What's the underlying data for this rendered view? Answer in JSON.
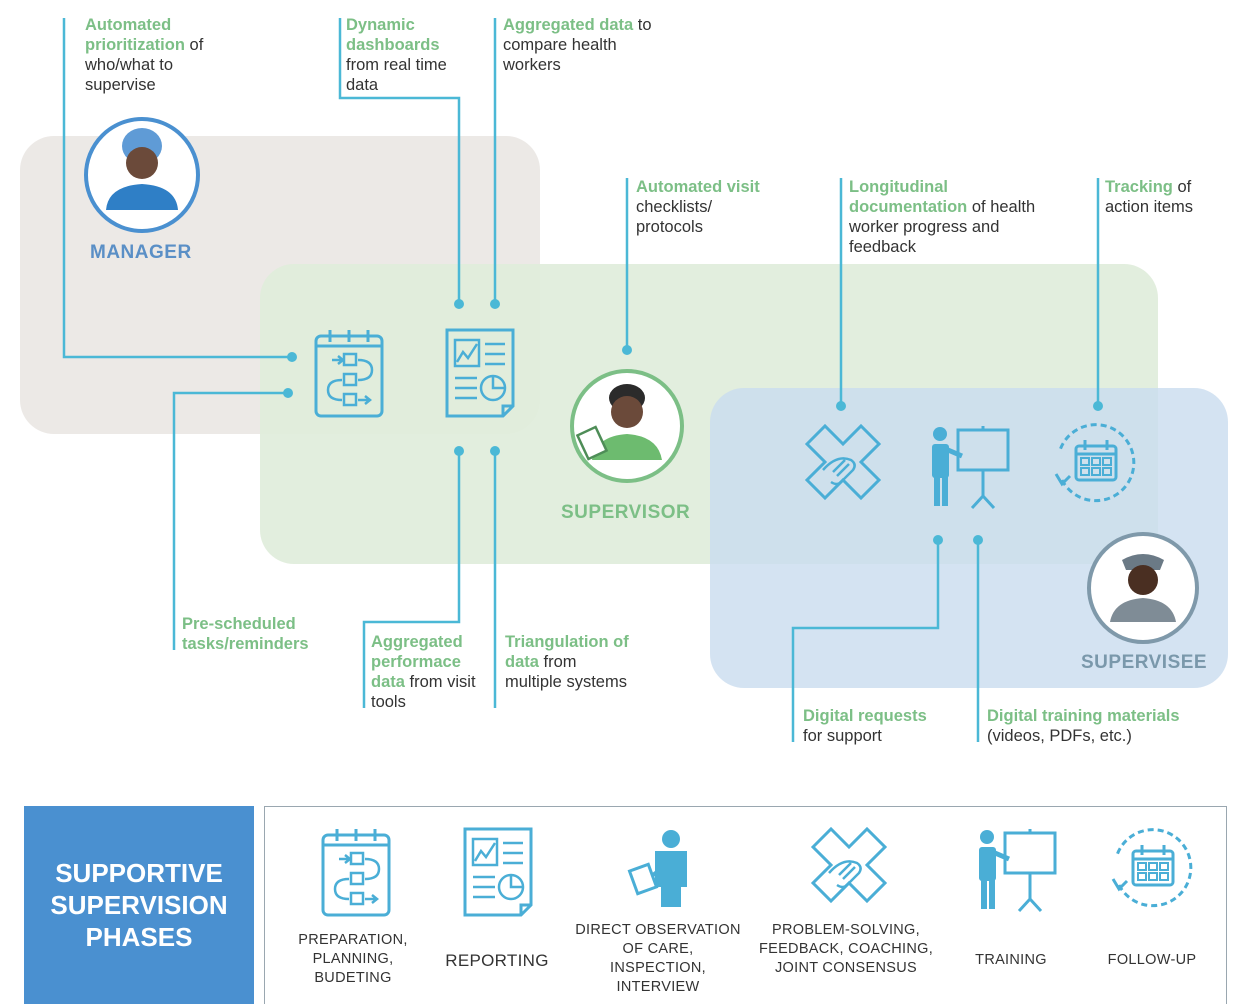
{
  "roles": {
    "manager": "MANAGER",
    "supervisor": "SUPERVISOR",
    "supervisee": "SUPERVISEE"
  },
  "annotations": {
    "auto_prioritization": {
      "hl": "Automated prioritization",
      "rest": "of who/what to supervise"
    },
    "dynamic_dashboards": {
      "hl": "Dynamic dashboards",
      "rest": "from real time data"
    },
    "aggregated_compare": {
      "hl": "Aggregated data",
      "rest": "to compare health workers"
    },
    "auto_checklists": {
      "hl": "Automated visit",
      "rest": "checklists/ protocols"
    },
    "longitudinal": {
      "hl": "Longitudinal documentation",
      "rest": "of health worker progress and feedback"
    },
    "tracking": {
      "hl": "Tracking",
      "rest": "of action items"
    },
    "pre_scheduled": {
      "hl": "Pre-scheduled tasks/reminders",
      "rest": ""
    },
    "aggregated_performance": {
      "hl": "Aggregated performace data",
      "rest": "from visit tools"
    },
    "triangulation": {
      "hl": "Triangulation of data",
      "rest": "from multiple systems"
    },
    "digital_requests": {
      "hl": "Digital requests",
      "rest": "for support"
    },
    "digital_training": {
      "hl": "Digital training materials",
      "rest": "(videos, PDFs, etc.)"
    }
  },
  "phases": {
    "title": "SUPPORTIVE SUPERVISION PHASES",
    "items": [
      {
        "label": "PREPARATION, PLANNING, BUDETING",
        "icon": "planning-icon"
      },
      {
        "label": "REPORTING",
        "icon": "report-icon"
      },
      {
        "label": "DIRECT OBSERVATION OF CARE, INSPECTION, INTERVIEW",
        "icon": "observation-icon"
      },
      {
        "label": "PROBLEM-SOLVING, FEEDBACK, COACHING, JOINT CONSENSUS",
        "icon": "hands-icon"
      },
      {
        "label": "TRAINING",
        "icon": "training-icon"
      },
      {
        "label": "FOLLOW-UP",
        "icon": "calendar-cycle-icon"
      }
    ]
  },
  "colors": {
    "manager_bg": "#ece9e6",
    "supervisor_bg": "#e3eedf",
    "supervisee_bg": "#d3e2f1",
    "line": "#4bb8d6",
    "icon": "#4aaed6",
    "highlight": "#7cbf86",
    "manager_text": "#5a8fc6",
    "supervisor_text": "#7cbf86",
    "supervisee_text": "#6f8fa3",
    "phases_bg": "#4a90d0"
  }
}
